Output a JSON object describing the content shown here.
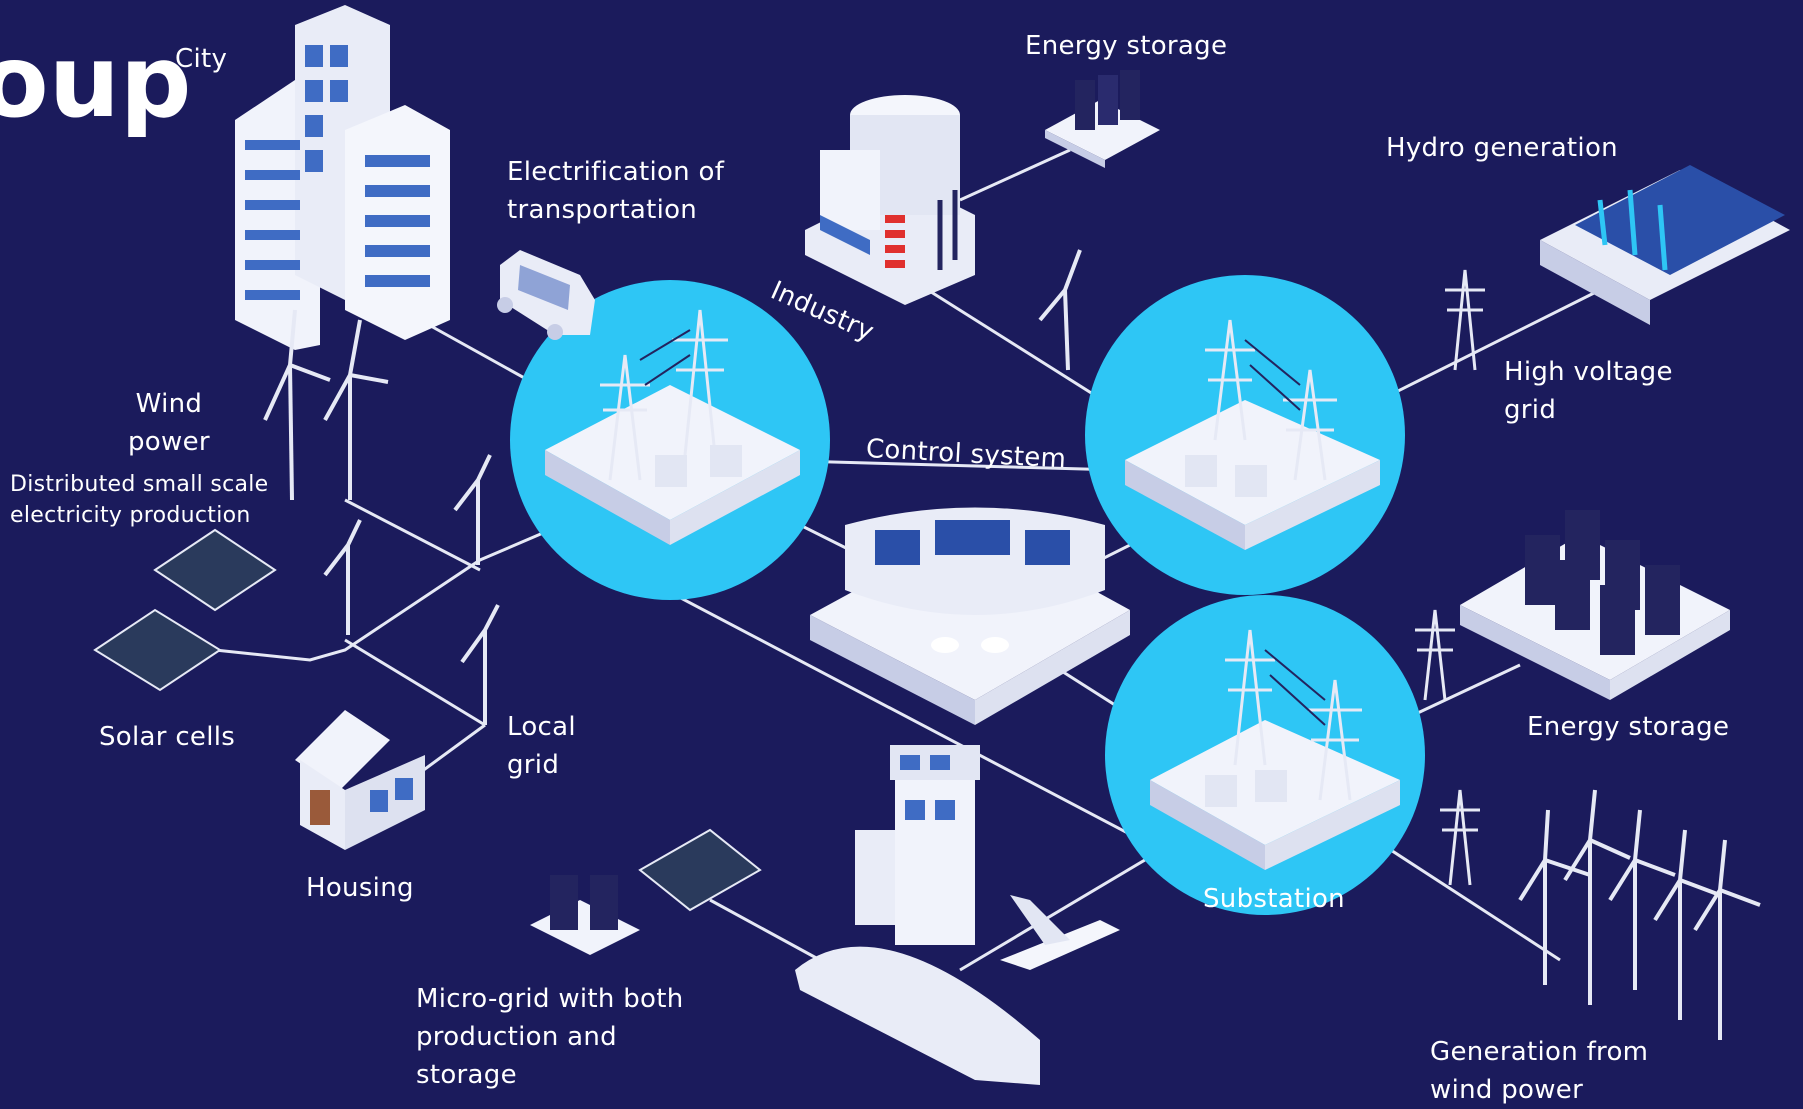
{
  "header": {
    "title_fragment": "oup"
  },
  "colors": {
    "background": "#1b1b5c",
    "hub": "#2ec6f5",
    "building": "#f1f3fb",
    "building_shade": "#c7cde6",
    "window": "#3f6cc4",
    "line": "#e6e9f5",
    "dark_equipment": "#23245f",
    "accent_red": "#e0302e"
  },
  "labels": {
    "city": "City",
    "energy_storage_top": "Energy storage",
    "hydro": "Hydro generation",
    "electrification": "Electrification of\ntransportation",
    "industry": "Industry",
    "wind_power": "Wind\npower",
    "distributed": "Distributed small scale\nelectricity production",
    "control_system": "Control system",
    "high_voltage": "High voltage\ngrid",
    "solar_cells": "Solar cells",
    "local_grid": "Local\ngrid",
    "housing": "Housing",
    "energy_storage_right": "Energy storage",
    "substation": "Substation",
    "micro_grid": "Micro-grid with both\nproduction and\nstorage",
    "wind_generation": "Generation from\nwind power"
  },
  "icons": [
    "city-buildings-icon",
    "industry-plant-icon",
    "energy-storage-icon",
    "hydro-dam-icon",
    "electric-bus-icon",
    "wind-turbine-icon",
    "solar-panel-icon",
    "house-icon",
    "transmission-tower-icon",
    "control-room-icon",
    "airport-tower-icon",
    "airplane-icon",
    "substation-hub-icon",
    "wind-farm-icon"
  ]
}
